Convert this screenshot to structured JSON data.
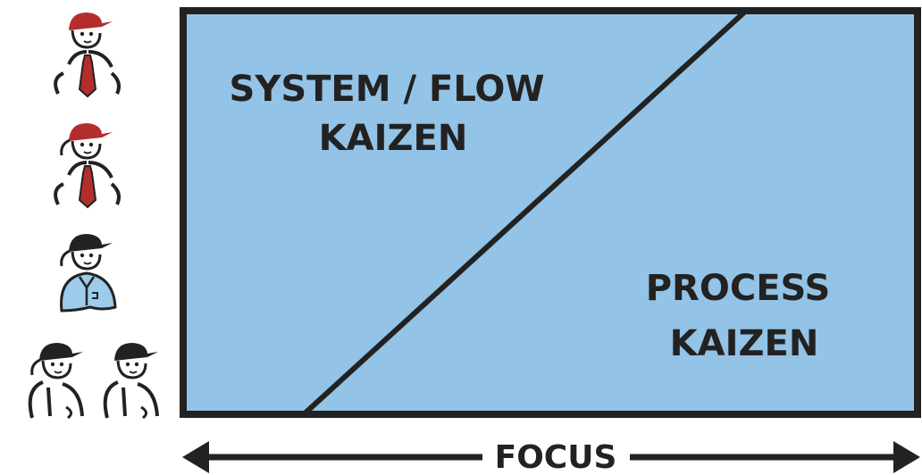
{
  "diagram": {
    "upper_left_region": {
      "line1": "SYSTEM / FLOW",
      "line2": "KAIZEN"
    },
    "lower_right_region": {
      "line1": "PROCESS",
      "line2": "KAIZEN"
    },
    "axis": {
      "label": "FOCUS"
    },
    "colors": {
      "fill": "#93c3e6",
      "border": "#222222",
      "manager_hat": "#b32d2d",
      "manager_tie": "#b32d2d",
      "supervisor_shirt": "#9ccbeb",
      "worker_hat": "#222222"
    },
    "figures": [
      {
        "role": "manager",
        "hat": "red",
        "tie": true,
        "ponytail": false
      },
      {
        "role": "manager",
        "hat": "red",
        "tie": true,
        "ponytail": true
      },
      {
        "role": "supervisor",
        "hat": "black",
        "shirt": "blue",
        "ponytail": true
      },
      {
        "role": "worker",
        "hat": "black",
        "ponytail": true
      },
      {
        "role": "worker",
        "hat": "black",
        "ponytail": false
      }
    ]
  }
}
